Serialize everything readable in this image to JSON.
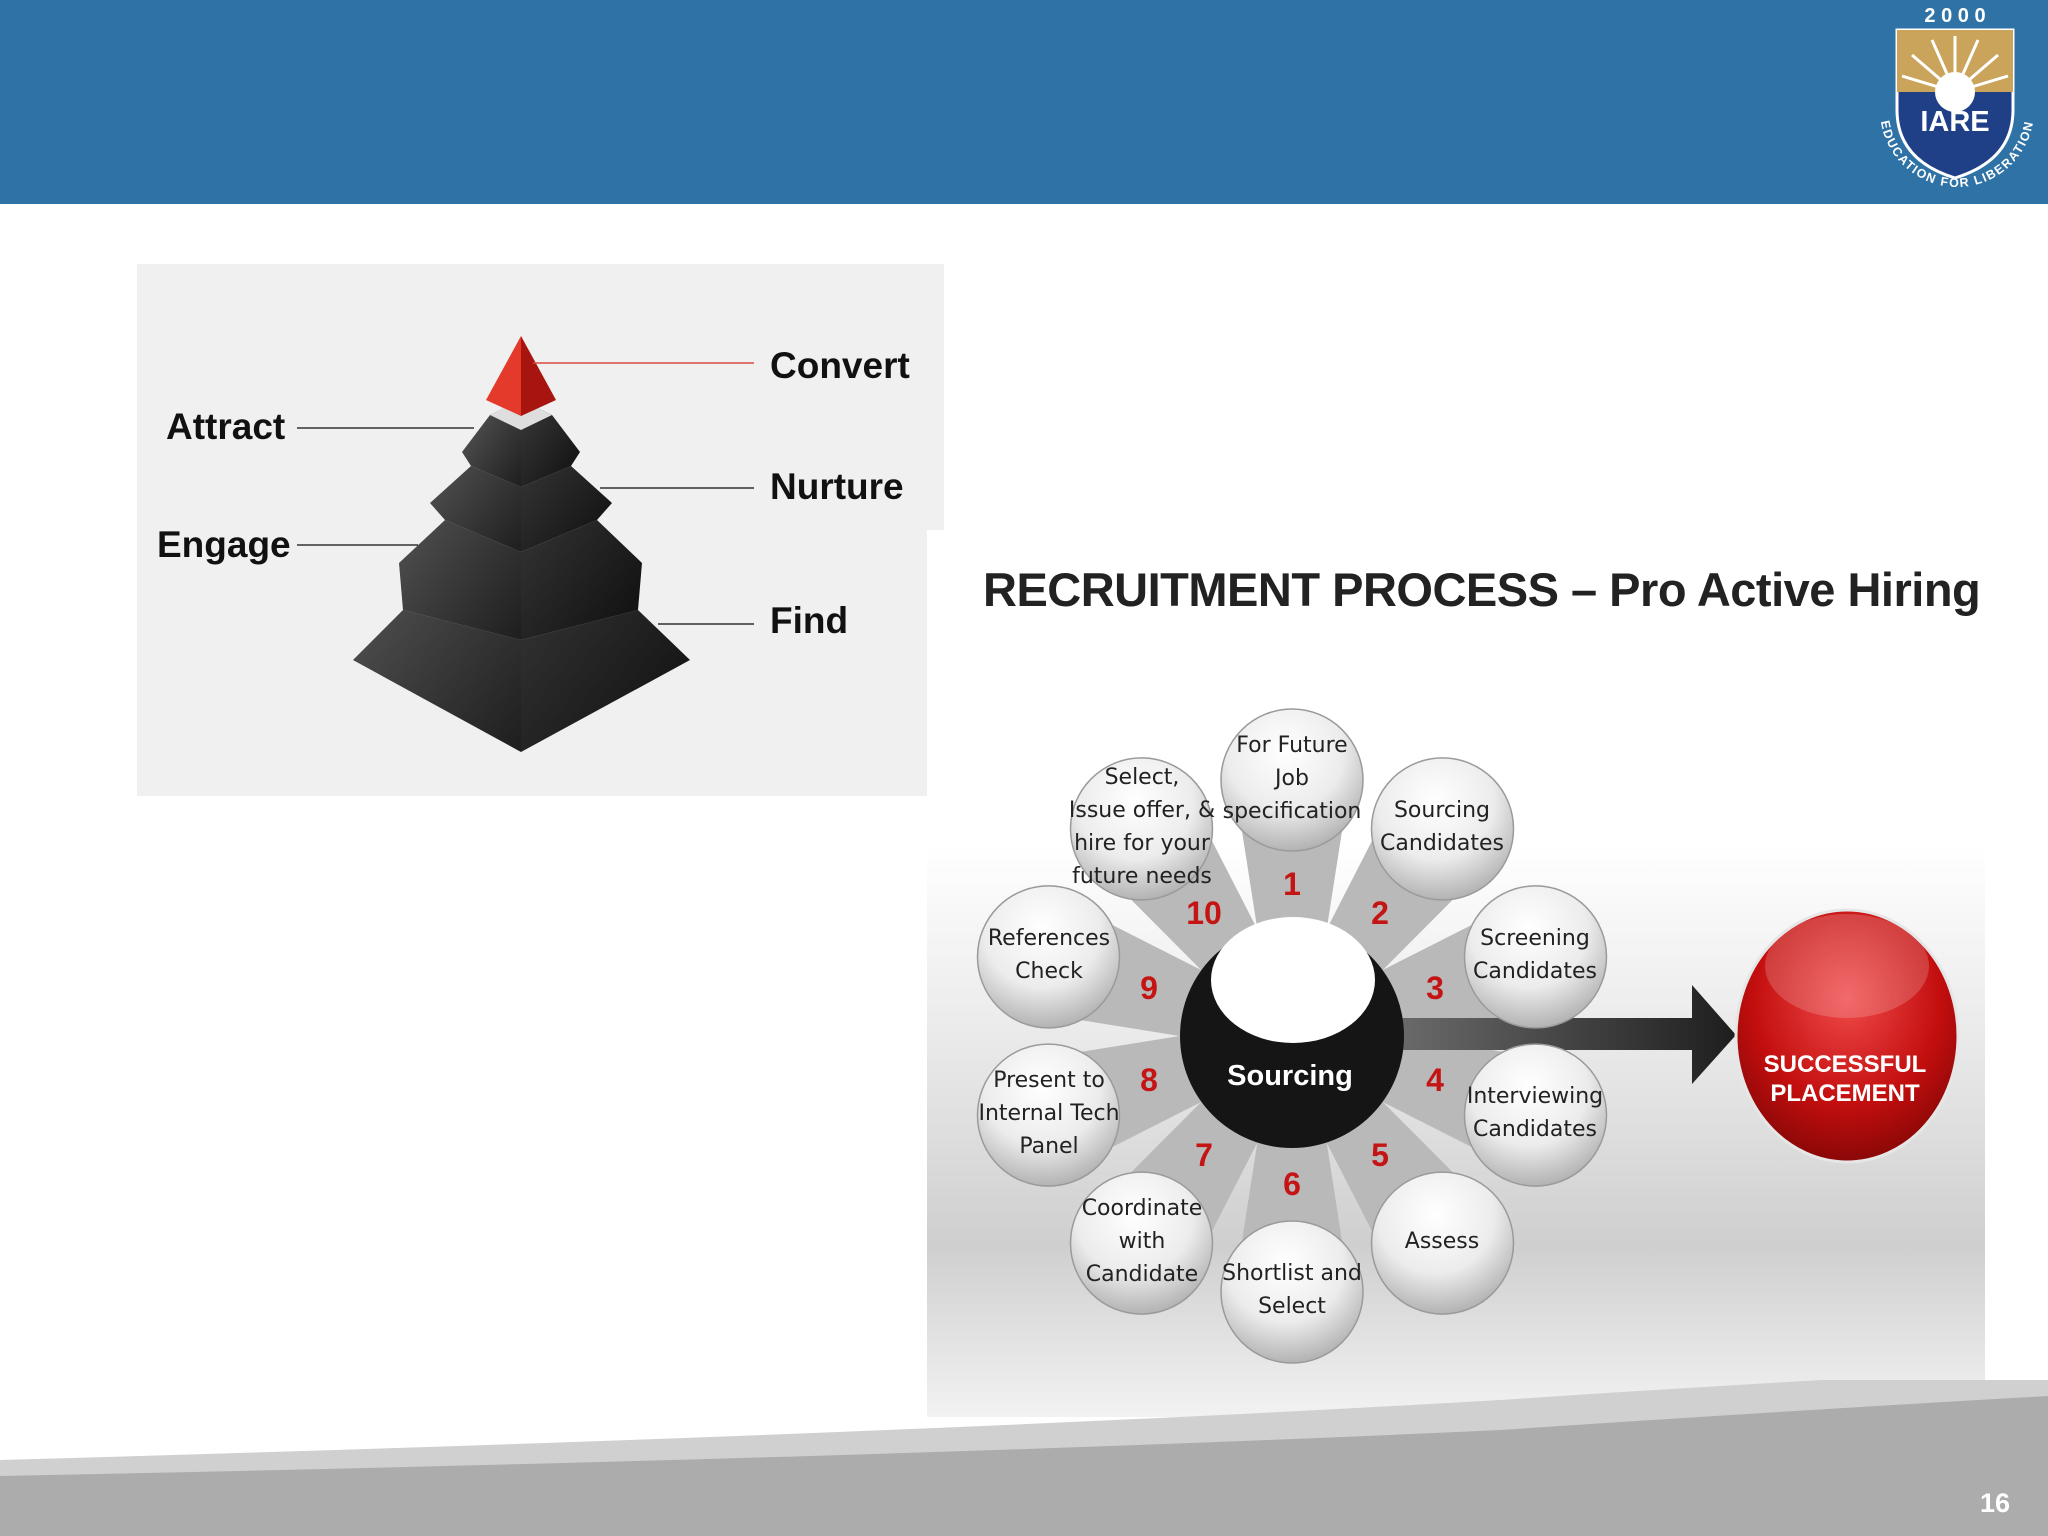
{
  "header": {
    "logo": {
      "year": "2 0 0 0",
      "name": "IARE",
      "motto": "EDUCATION FOR LIBERATION",
      "icon": "sunburst-shield-icon"
    }
  },
  "pyramid": {
    "labels": {
      "convert": "Convert",
      "attract": "Attract",
      "nurture": "Nurture",
      "engage": "Engage",
      "find": "Find"
    },
    "colors": {
      "apex": "#d42b1f",
      "tier": "#2a2a2a"
    }
  },
  "process": {
    "title": "RECRUITMENT PROCESS – Pro Active Hiring",
    "center": "Sourcing",
    "steps": [
      {
        "number": "1",
        "lines": [
          "For Future",
          "Job",
          "specification"
        ]
      },
      {
        "number": "2",
        "lines": [
          "Sourcing",
          "Candidates"
        ]
      },
      {
        "number": "3",
        "lines": [
          "Screening",
          "Candidates"
        ]
      },
      {
        "number": "4",
        "lines": [
          "Interviewing",
          "Candidates"
        ]
      },
      {
        "number": "5",
        "lines": [
          "Assess"
        ]
      },
      {
        "number": "6",
        "lines": [
          "Shortlist and",
          "Select"
        ]
      },
      {
        "number": "7",
        "lines": [
          "Coordinate",
          "with",
          "Candidate"
        ]
      },
      {
        "number": "8",
        "lines": [
          "Present to",
          "Internal Tech",
          "Panel"
        ]
      },
      {
        "number": "9",
        "lines": [
          "References",
          "Check"
        ]
      },
      {
        "number": "10",
        "lines": [
          "Select,",
          "Issue offer, &",
          "hire for your",
          "future needs"
        ]
      }
    ],
    "outcome": {
      "lines": [
        "SUCCESSFUL",
        "PLACEMENT"
      ],
      "color": "#c00d0d"
    },
    "colors": {
      "number": "#c41414",
      "hub": "#1a1a1a"
    }
  },
  "footer": {
    "page_number": "16"
  }
}
